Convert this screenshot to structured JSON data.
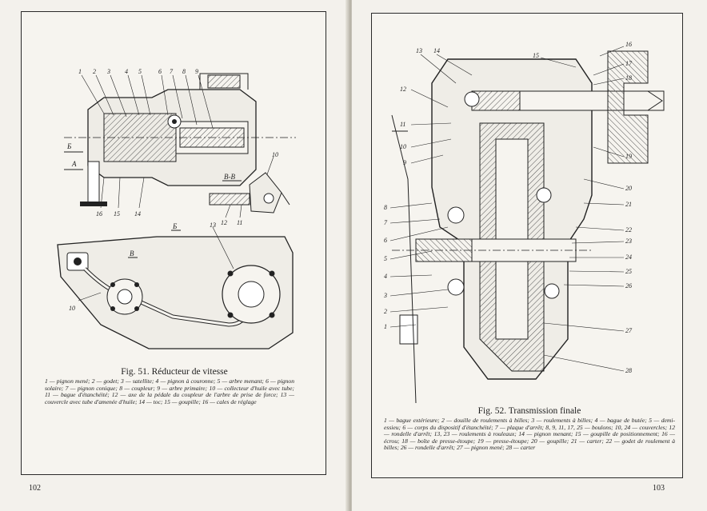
{
  "left_page": {
    "figure": {
      "title": "Fig. 51. Réducteur de vitesse",
      "upper_callouts": [
        "1",
        "2",
        "3",
        "4",
        "5",
        "6",
        "7",
        "8",
        "9"
      ],
      "side_callouts": [
        "10",
        "11",
        "12",
        "13",
        "14",
        "15",
        "16"
      ],
      "section_marks": [
        "Б",
        "А",
        "В-В",
        "Б",
        "В"
      ],
      "legend": "1 — pignon mené; 2 — godet; 3 — satellite; 4 — pignon à couronne; 5 — arbre menant; 6 — pignon solaire; 7 — pignon conique; 8 — coupleur; 9 — arbre primaire; 10 — collecteur d'huile avec tube; 11 — bague d'étanchéité; 12 — axe de la pédale du coupleur de l'arbre de prise de force; 13 — couvercle avec tube d'amenée d'huile; 14 — toc; 15 — goupille; 16 — cales de réglage"
    },
    "page_number": "102"
  },
  "right_page": {
    "figure": {
      "title": "Fig. 52. Transmission finale",
      "left_callouts": [
        "13",
        "14",
        "12",
        "11",
        "10",
        "9",
        "8",
        "7",
        "6",
        "5",
        "4",
        "3",
        "2",
        "1"
      ],
      "right_callouts": [
        "16",
        "15",
        "17",
        "18",
        "19",
        "20",
        "21",
        "22",
        "23",
        "24",
        "25",
        "26",
        "27",
        "28"
      ],
      "legend": "1 — bague extérieure; 2 — douille de roulements à billes; 3 — roulements à billes; 4 — bague de butée; 5 — demi-essieu; 6 — corps du dispositif d'étanchéité; 7 — plaque d'arrêt; 8, 9, 11, 17, 25 — boulons; 10, 24 — couvercles; 12 — rondelle d'arrêt; 13, 23 — roulements à rouleaux; 14 — pignon menant; 15 — goupille de positionnement; 16 — écrou; 18 — boîte de presse-étoupe; 19 — presse-étoupe; 20 — goupille; 21 — carter; 22 — godet de roulement à billes; 26 — rondelle d'arrêt; 27 — pignon mené; 28 — carter"
    },
    "page_number": "103"
  },
  "colors": {
    "ink": "#1e1e1e",
    "paper": "#f3f1ec",
    "hatch": "#555555"
  }
}
